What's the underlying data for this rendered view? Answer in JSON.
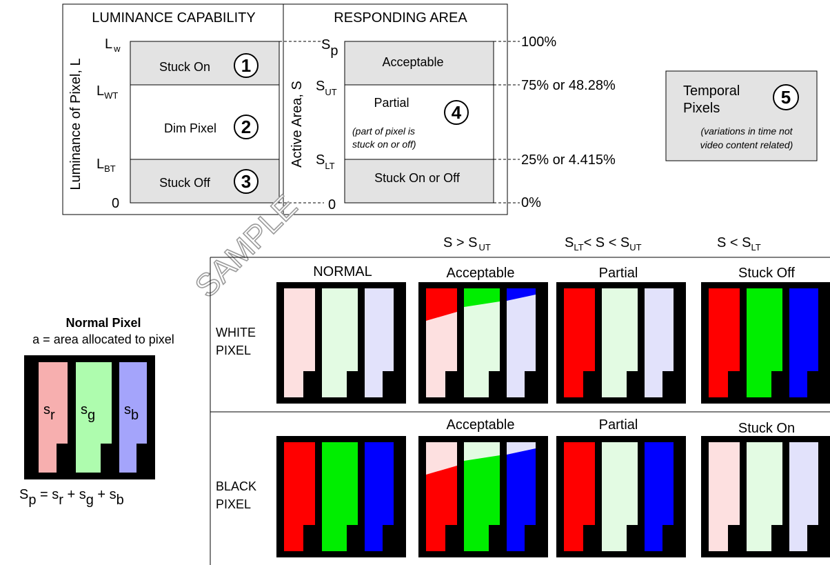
{
  "luminance": {
    "title": "LUMINANCE CAPABILITY",
    "axis_label": "Luminance of Pixel, L",
    "levels": [
      {
        "main": "L",
        "sub": "w"
      },
      {
        "main": "L",
        "sub": "WT"
      },
      {
        "main": "L",
        "sub": "BT"
      },
      {
        "main": "0",
        "sub": ""
      }
    ],
    "bands": [
      {
        "label": "Stuck On",
        "number": "1"
      },
      {
        "label": "Dim Pixel",
        "number": "2"
      },
      {
        "label": "Stuck Off",
        "number": "3"
      }
    ]
  },
  "responding": {
    "title": "RESPONDING AREA",
    "axis_label": "Active Area, S",
    "levels": [
      {
        "main": "S",
        "sub": "p"
      },
      {
        "main": "S",
        "sub": "UT"
      },
      {
        "main": "S",
        "sub": "LT"
      },
      {
        "main": "0",
        "sub": ""
      }
    ],
    "bands": [
      {
        "label": "Acceptable"
      },
      {
        "label": "Partial",
        "number": "4",
        "note_line1": "(part of pixel is",
        "note_line2": "stuck on or off)"
      },
      {
        "label": "Stuck On or Off"
      }
    ],
    "percents": [
      "100%",
      "75% or 48.28%",
      "25% or 4.415%",
      "0%"
    ]
  },
  "temporal": {
    "line1": "Temporal",
    "line2": "Pixels",
    "number": "5",
    "note_line1": "(variations in time not",
    "note_line2": "video content related)"
  },
  "watermark": "SAMPLE",
  "normal_pixel": {
    "title": "Normal Pixel",
    "subtitle": "a = area allocated to pixel",
    "subpixels": [
      {
        "main": "s",
        "sub": "r"
      },
      {
        "main": "s",
        "sub": "g"
      },
      {
        "main": "s",
        "sub": "b"
      }
    ],
    "formula": [
      {
        "main": "S",
        "sub": "p"
      },
      {
        "main": " = s",
        "sub": "r"
      },
      {
        "main": " + s",
        "sub": "g"
      },
      {
        "main": " + s",
        "sub": "b"
      }
    ]
  },
  "grid": {
    "conditions": [
      {
        "parts": [
          {
            "main": "S > S",
            "sub": "UT"
          }
        ]
      },
      {
        "parts": [
          {
            "main": "S",
            "sub": "LT"
          },
          {
            "main": "< S < S",
            "sub": "UT"
          }
        ]
      },
      {
        "parts": [
          {
            "main": "S < S",
            "sub": "LT"
          }
        ]
      }
    ],
    "rows": [
      {
        "label_line1": "WHITE",
        "label_line2": "PIXEL",
        "cells": [
          {
            "label": "NORMAL"
          },
          {
            "label": "Acceptable"
          },
          {
            "label": "Partial"
          },
          {
            "label": "Stuck Off"
          }
        ]
      },
      {
        "label_line1": "BLACK",
        "label_line2": "PIXEL",
        "cells": [
          {
            "label": ""
          },
          {
            "label": "Acceptable"
          },
          {
            "label": "Partial"
          },
          {
            "label": "Stuck On"
          }
        ]
      }
    ]
  },
  "colors": {
    "band_fill": "#e3e3e3",
    "red": "#ff0000",
    "green": "#00ee00",
    "blue": "#0000ff",
    "pale_red": "#fde0e0",
    "pale_green": "#e3fbe3",
    "pale_blue": "#e2e2fb",
    "normal_red": "#f7afaf",
    "normal_green": "#aefcae",
    "normal_blue": "#a4a4fb"
  }
}
